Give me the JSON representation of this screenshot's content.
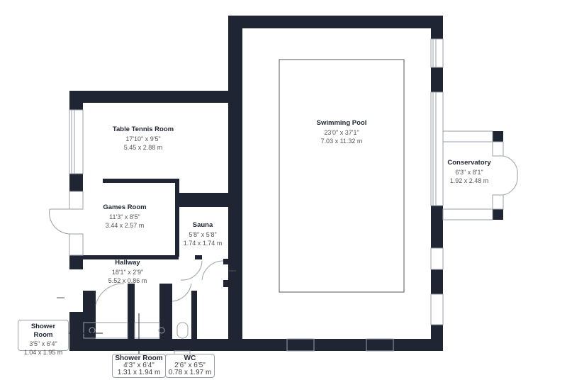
{
  "colors": {
    "wall": "#1f2533",
    "window": "#9aa0a8"
  },
  "rooms": {
    "swimming_pool": {
      "name": "Swimming Pool",
      "imperial": "23'0\" x 37'1\"",
      "metric": "7.03 x 11.32 m"
    },
    "table_tennis": {
      "name": "Table Tennis Room",
      "imperial": "17'10\" x 9'5\"",
      "metric": "5.45 x 2.88 m"
    },
    "games_room": {
      "name": "Games Room",
      "imperial": "11'3\" x 8'5\"",
      "metric": "3.44 x 2.57 m"
    },
    "sauna": {
      "name": "Sauna",
      "imperial": "5'8\" x 5'8\"",
      "metric": "1.74 x 1.74 m"
    },
    "hallway": {
      "name": "Hallway",
      "imperial": "18'1\" x 2'9\"",
      "metric": "5.52 x 0.86 m"
    },
    "conservatory": {
      "name": "Conservatory",
      "imperial": "6'3\" x 8'1\"",
      "metric": "1.92 x 2.48 m"
    },
    "shower_room_1": {
      "name": "Shower Room",
      "imperial": "3'5\" x 6'4\"",
      "metric": "1.04 x 1.95 m"
    },
    "shower_room_2": {
      "name": "Shower Room",
      "imperial": "4'3\" x 6'4\"",
      "metric": "1.31 x 1.94 m"
    },
    "wc": {
      "name": "WC",
      "imperial": "2'6\" x 6'5\"",
      "metric": "0.78 x 1.97 m"
    }
  }
}
